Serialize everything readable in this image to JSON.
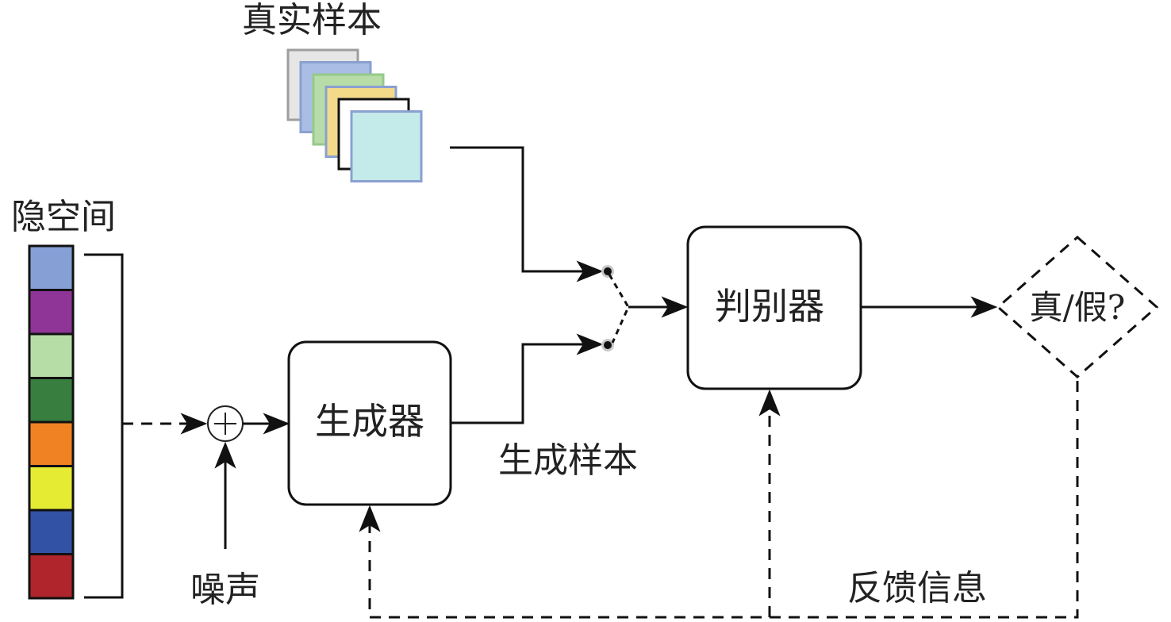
{
  "diagram": {
    "title": "GAN architecture",
    "labels": {
      "real_samples": "真实样本",
      "latent_space": "隐空间",
      "noise": "噪声",
      "generator": "生成器",
      "generated_samples": "生成样本",
      "discriminator": "判别器",
      "real_fake": "真/假?",
      "feedback": "反馈信息"
    },
    "latent_vector_colors": [
      "#86a0d6",
      "#8e3597",
      "#b7dda6",
      "#387e3e",
      "#f08224",
      "#e5eb33",
      "#3252a5",
      "#b0252b"
    ],
    "real_sample_stack": [
      {
        "fill": "#e6e6e6",
        "stroke": "#9e9e9e"
      },
      {
        "fill": "#aabde4",
        "stroke": "#8aa0d0"
      },
      {
        "fill": "#b7dca7",
        "stroke": "#95c98a"
      },
      {
        "fill": "#f3d98a",
        "stroke": "#8aa0d0"
      },
      {
        "fill": "#ffffff",
        "stroke": "#111111"
      },
      {
        "fill": "#c4eaea",
        "stroke": "#8aa0d0"
      }
    ],
    "sum_symbol": "+"
  }
}
